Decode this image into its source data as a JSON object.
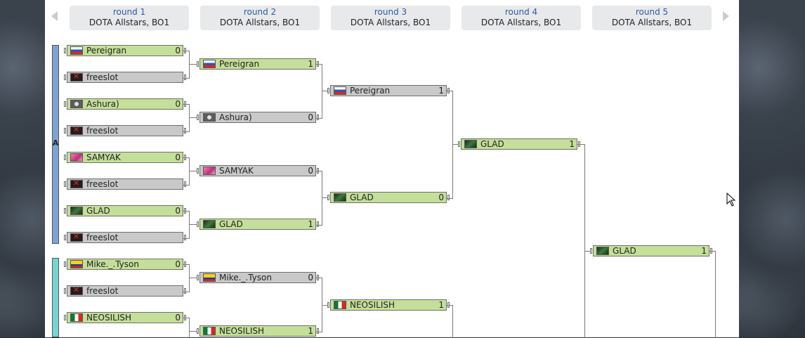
{
  "rounds": [
    {
      "label": "round 1",
      "sub": "DOTA Allstars, BO1"
    },
    {
      "label": "round 2",
      "sub": "DOTA Allstars, BO1"
    },
    {
      "label": "round 3",
      "sub": "DOTA Allstars, BO1"
    },
    {
      "label": "round 4",
      "sub": "DOTA Allstars, BO1"
    },
    {
      "label": "round 5",
      "sub": "DOTA Allstars, BO1"
    }
  ],
  "group": "A",
  "r1": [
    {
      "name": "Pereigran",
      "score": "0"
    },
    {
      "name": "freeslot",
      "score": ""
    },
    {
      "name": "Ashura)",
      "score": "0"
    },
    {
      "name": "freeslot",
      "score": ""
    },
    {
      "name": "SAMYAK",
      "score": "0"
    },
    {
      "name": "freeslot",
      "score": ""
    },
    {
      "name": "GLAD",
      "score": "0"
    },
    {
      "name": "freeslot",
      "score": ""
    },
    {
      "name": "Mike._.Tyson",
      "score": "0"
    },
    {
      "name": "freeslot",
      "score": ""
    },
    {
      "name": "NEOSILISH",
      "score": "0"
    }
  ],
  "r2": [
    {
      "name": "Pereigran",
      "score": "1"
    },
    {
      "name": "Ashura)",
      "score": "0"
    },
    {
      "name": "SAMYAK",
      "score": "0"
    },
    {
      "name": "GLAD",
      "score": "1"
    },
    {
      "name": "Mike._.Tyson",
      "score": "0"
    },
    {
      "name": "NEOSILISH",
      "score": "1"
    }
  ],
  "r3": [
    {
      "name": "Pereigran",
      "score": "1"
    },
    {
      "name": "GLAD",
      "score": "0"
    },
    {
      "name": "NEOSILISH",
      "score": "1"
    }
  ],
  "r4": [
    {
      "name": "GLAD",
      "score": "1"
    }
  ],
  "r5": [
    {
      "name": "GLAD",
      "score": "1"
    }
  ]
}
